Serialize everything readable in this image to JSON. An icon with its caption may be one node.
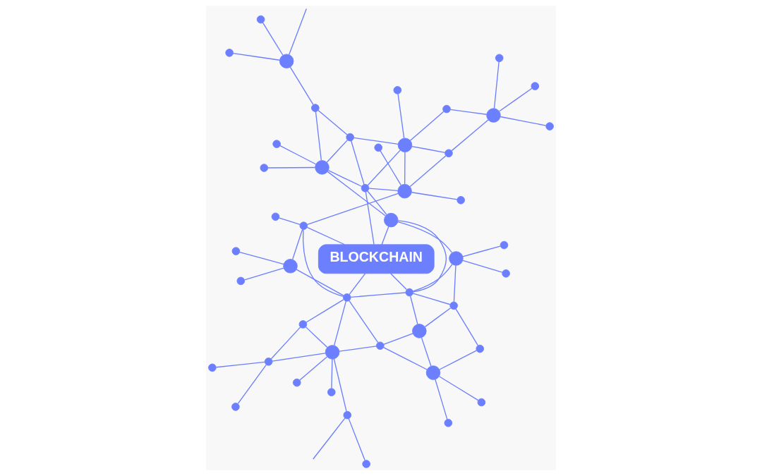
{
  "diagram": {
    "nodes": [
      {
        "text": [
          "BLOCKCHAIN"
        ]
      },
      {
        "text": [],
        "shape": "circle"
      },
      {
        "text": [],
        "shape": "circle"
      },
      {
        "text": [],
        "shape": "circle"
      },
      {
        "text": [],
        "shape": "circle"
      },
      {
        "text": [],
        "shape": "circle"
      },
      {
        "text": [],
        "shape": "circle"
      },
      {
        "text": [],
        "shape": "circle"
      },
      {
        "text": [],
        "shape": "circle"
      },
      {
        "text": [],
        "shape": "circle"
      },
      {
        "text": [],
        "shape": "circle"
      },
      {
        "text": [],
        "shape": "circle"
      },
      {
        "text": [],
        "shape": "circle"
      },
      {
        "text": [],
        "shape": "circle"
      },
      {
        "text": [],
        "shape": "circle"
      },
      {
        "text": [],
        "shape": "circle"
      },
      {
        "text": [],
        "shape": "circle"
      },
      {
        "text": [],
        "shape": "circle"
      },
      {
        "text": [],
        "shape": "circle"
      },
      {
        "text": [],
        "shape": "circle"
      },
      {
        "text": [],
        "shape": "circle"
      },
      {
        "text": [],
        "shape": "circle"
      },
      {
        "text": [],
        "shape": "circle"
      },
      {
        "text": [],
        "shape": "circle"
      },
      {
        "text": [],
        "shape": "circle"
      },
      {
        "text": [],
        "shape": "circle"
      },
      {
        "text": [],
        "shape": "circle"
      },
      {
        "text": [],
        "shape": "circle"
      },
      {
        "text": [],
        "shape": "circle"
      },
      {
        "text": [],
        "shape": "circle"
      },
      {
        "text": [],
        "shape": "circle"
      },
      {
        "text": [],
        "shape": "circle"
      },
      {
        "text": [],
        "shape": "circle"
      },
      {
        "text": [],
        "shape": "circle"
      },
      {
        "text": [],
        "shape": "circle"
      },
      {
        "text": [],
        "shape": "circle"
      },
      {
        "text": [],
        "shape": "circle"
      },
      {
        "text": [],
        "shape": "circle"
      },
      {
        "text": [],
        "shape": "circle"
      },
      {
        "text": [],
        "shape": "circle"
      },
      {
        "text": [],
        "shape": "circle"
      },
      {
        "text": [],
        "shape": "circle"
      },
      {
        "text": [],
        "shape": "circle"
      },
      {
        "text": [],
        "shape": "circle"
      },
      {
        "text": [],
        "shape": "circle"
      },
      {
        "text": [],
        "shape": "circle"
      },
      {
        "text": [],
        "shape": "circle"
      },
      {
        "text": [],
        "shape": "circle"
      }
    ],
    "edges": [
      {
        "from": 2,
        "to": 10,
        "arrow": "none"
      },
      {
        "from": 7,
        "to": 10,
        "arrow": "none"
      },
      {
        "from": 10,
        "to": 5,
        "arrow": "none"
      },
      {
        "from": 5,
        "to": 12,
        "arrow": "none"
      },
      {
        "from": 10,
        "to": 17,
        "arrow": "none"
      },
      {
        "from": 10,
        "to": 24,
        "arrow": "none"
      },
      {
        "from": 12,
        "to": 9,
        "arrow": "none"
      },
      {
        "from": 12,
        "to": 17,
        "arrow": "none"
      },
      {
        "from": 12,
        "to": 20,
        "arrow": "none"
      },
      {
        "from": 9,
        "to": 1,
        "arrow": "none"
      },
      {
        "from": 9,
        "to": 3,
        "arrow": "none"
      },
      {
        "from": 9,
        "to": 20,
        "arrow": "none"
      },
      {
        "from": 9,
        "to": 15,
        "arrow": "none"
      },
      {
        "from": 17,
        "to": 20,
        "arrow": "none"
      },
      {
        "from": 17,
        "to": 24,
        "arrow": "none"
      },
      {
        "from": 20,
        "to": 0,
        "arrow": "none"
      },
      {
        "from": 20,
        "to": 15,
        "arrow": "none"
      },
      {
        "from": 20,
        "to": 28,
        "arrow": "none"
      },
      {
        "from": 15,
        "to": 0,
        "arrow": "none"
      },
      {
        "from": 15,
        "to": 13,
        "arrow": "none"
      },
      {
        "from": 15,
        "to": 22,
        "arrow": "none"
      },
      {
        "from": 13,
        "to": 8,
        "arrow": "none"
      },
      {
        "from": 13,
        "to": 6,
        "arrow": "none"
      },
      {
        "from": 13,
        "to": 14,
        "arrow": "none"
      },
      {
        "from": 13,
        "to": 19,
        "arrow": "none"
      },
      {
        "from": 13,
        "to": 22,
        "arrow": "none"
      },
      {
        "from": 14,
        "to": 11,
        "arrow": "none"
      },
      {
        "from": 14,
        "to": 19,
        "arrow": "none"
      },
      {
        "from": 11,
        "to": 4,
        "arrow": "none"
      },
      {
        "from": 11,
        "to": 18,
        "arrow": "none"
      },
      {
        "from": 11,
        "to": null,
        "arrow": "none"
      },
      {
        "from": null,
        "to": 16,
        "arrow": "none"
      },
      {
        "from": 16,
        "to": 23,
        "arrow": "none"
      },
      {
        "from": 16,
        "to": 29,
        "arrow": "none"
      },
      {
        "from": 19,
        "to": 22,
        "arrow": "none"
      },
      {
        "from": 19,
        "to": 26,
        "arrow": "none"
      },
      {
        "from": 22,
        "to": 0,
        "arrow": "none"
      },
      {
        "from": 22,
        "to": 26,
        "arrow": "none"
      },
      {
        "from": 22,
        "to": 31,
        "arrow": "none"
      },
      {
        "from": 26,
        "to": 21,
        "arrow": "none"
      },
      {
        "from": 26,
        "to": 30,
        "arrow": "none"
      },
      {
        "from": 26,
        "to": 37,
        "arrow": "none"
      },
      {
        "from": 30,
        "to": 36,
        "arrow": "none"
      },
      {
        "from": 36,
        "to": 34,
        "arrow": "none"
      },
      {
        "from": 36,
        "to": 46,
        "arrow": "none"
      },
      {
        "from": 36,
        "to": 47,
        "arrow": "none"
      },
      {
        "from": 36,
        "to": 37,
        "arrow": "none"
      },
      {
        "from": 31,
        "to": 37,
        "arrow": "none"
      },
      {
        "from": 31,
        "to": 41,
        "arrow": "none"
      },
      {
        "from": 31,
        "to": 43,
        "arrow": "none"
      },
      {
        "from": 31,
        "to": 32,
        "arrow": "none"
      },
      {
        "from": 26,
        "to": 31,
        "arrow": "none"
      },
      {
        "from": 32,
        "to": 0,
        "arrow": "none"
      },
      {
        "from": 32,
        "to": 39,
        "arrow": "none"
      },
      {
        "from": 32,
        "to": 35,
        "arrow": "none"
      },
      {
        "from": 32,
        "to": 28,
        "arrow": "none"
      },
      {
        "from": 35,
        "to": 44,
        "arrow": "none"
      },
      {
        "from": 35,
        "to": 45,
        "arrow": "none"
      },
      {
        "from": 35,
        "to": 28,
        "arrow": "none"
      },
      {
        "from": 28,
        "to": 0,
        "arrow": "none"
      },
      {
        "from": 28,
        "to": 29,
        "arrow": "none"
      },
      {
        "from": 28,
        "to": 24,
        "arrow": "none"
      },
      {
        "from": 28,
        "to": 40,
        "arrow": "none"
      },
      {
        "from": 24,
        "to": 29,
        "arrow": "none"
      },
      {
        "from": 29,
        "to": 25,
        "arrow": "none"
      },
      {
        "from": 29,
        "to": 27,
        "arrow": "none"
      },
      {
        "from": 29,
        "to": 38,
        "arrow": "none"
      },
      {
        "from": 29,
        "to": 40,
        "arrow": "none"
      },
      {
        "from": 38,
        "to": 33,
        "arrow": "none"
      },
      {
        "from": 38,
        "to": 42,
        "arrow": "none"
      },
      {
        "from": 38,
        "to": 40,
        "arrow": "none"
      }
    ]
  }
}
